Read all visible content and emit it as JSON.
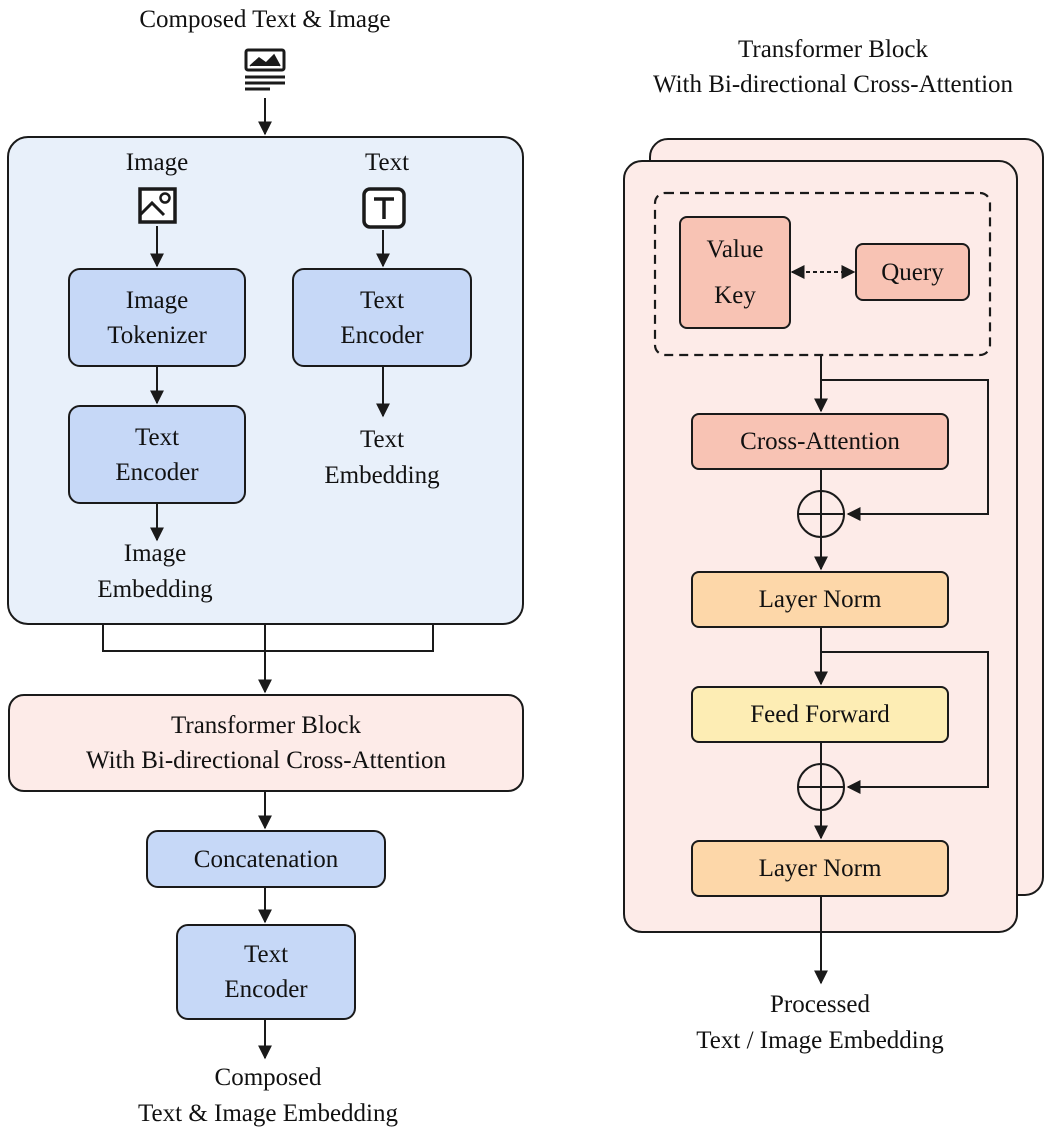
{
  "left": {
    "input_label": "Composed Text & Image",
    "image_label": "Image",
    "text_label": "Text",
    "image_tokenizer": [
      "Image",
      "Tokenizer"
    ],
    "image_text_encoder": [
      "Text",
      "Encoder"
    ],
    "text_encoder": [
      "Text",
      "Encoder"
    ],
    "image_embedding": [
      "Image",
      "Embedding"
    ],
    "text_embedding": [
      "Text",
      "Embedding"
    ],
    "transformer_block": [
      "Transformer Block",
      "With Bi-directional Cross-Attention"
    ],
    "concatenation": "Concatenation",
    "final_text_encoder": [
      "Text",
      "Encoder"
    ],
    "output_label": [
      "Composed",
      "Text & Image Embedding"
    ]
  },
  "right": {
    "title": [
      "Transformer Block",
      "With Bi-directional Cross-Attention"
    ],
    "value_key": [
      "Value",
      "Key"
    ],
    "query": "Query",
    "cross_attention": "Cross-Attention",
    "layer_norm_1": "Layer Norm",
    "feed_forward": "Feed Forward",
    "layer_norm_2": "Layer Norm",
    "output_label": [
      "Processed",
      "Text / Image Embedding"
    ]
  },
  "colors": {
    "blue_box": "#c6d8f7",
    "blue_panel": "#e8f0fa",
    "pink_panel": "#fdebe8",
    "salmon_box": "#f8c3b4",
    "peach_box": "#fdd7a9",
    "yellow_box": "#fdedb4"
  },
  "icons": [
    "document-image-icon",
    "image-icon",
    "text-icon",
    "plus-circle-icon"
  ]
}
